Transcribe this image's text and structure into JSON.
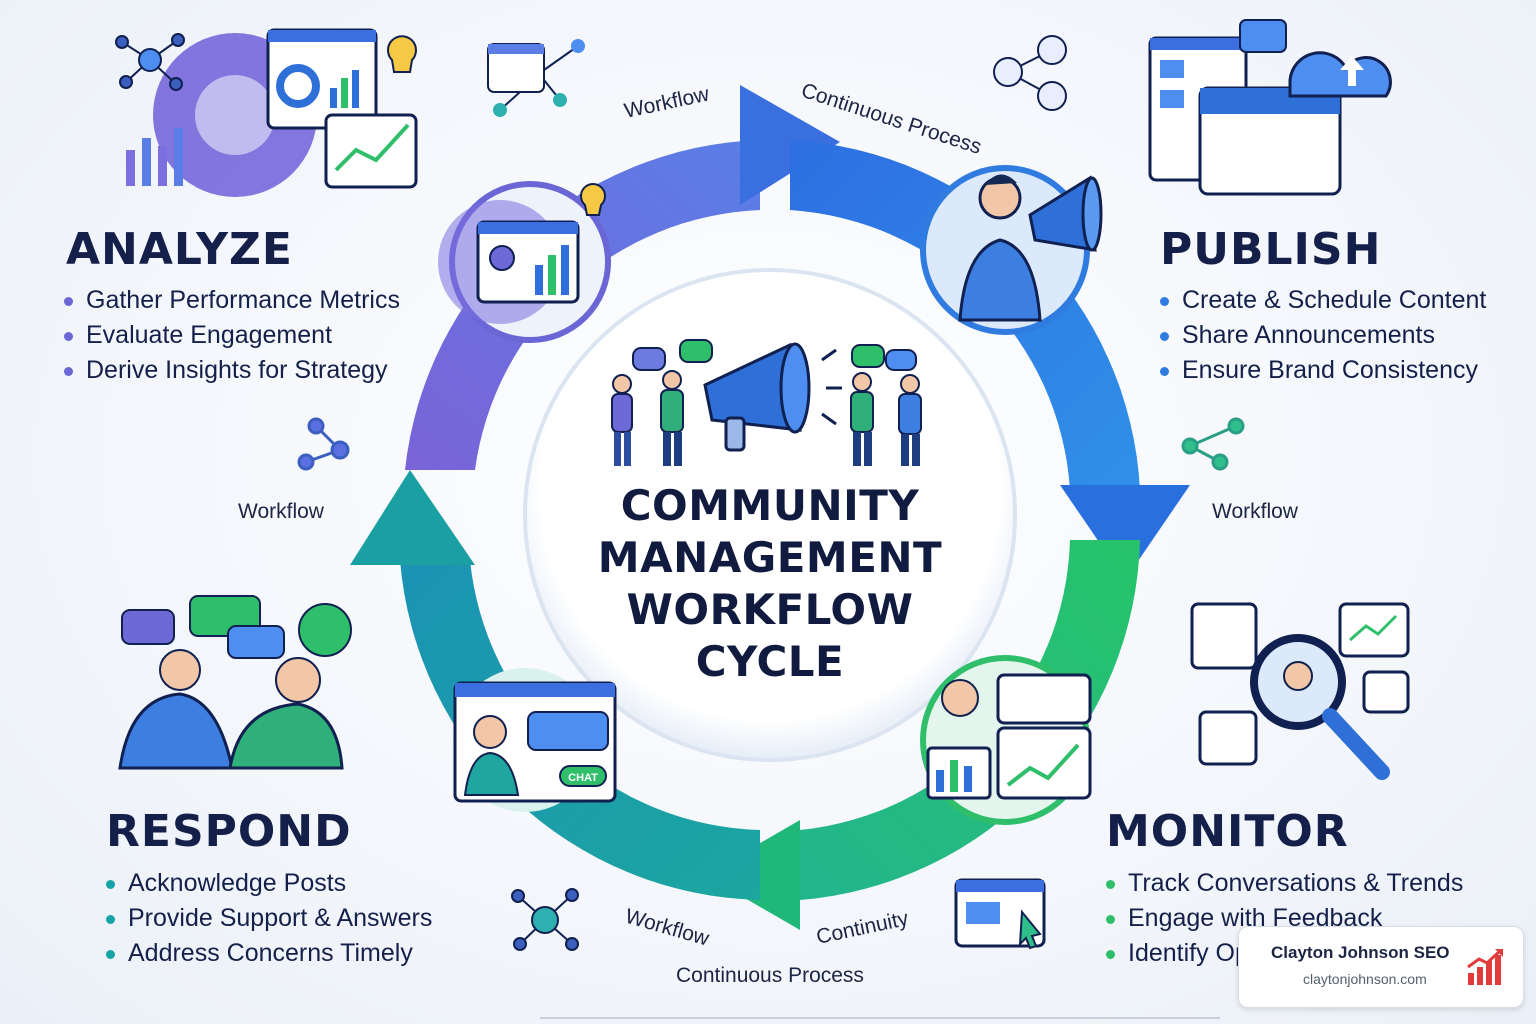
{
  "center": {
    "title_lines": [
      "COMMUNITY",
      "MANAGEMENT",
      "WORKFLOW",
      "CYCLE"
    ]
  },
  "stages": {
    "analyze": {
      "title": "ANALYZE",
      "bullets": [
        "Gather Performance Metrics",
        "Evaluate Engagement",
        "Derive Insights for Strategy"
      ],
      "color": "#6b66d6"
    },
    "publish": {
      "title": "PUBLISH",
      "bullets": [
        "Create & Schedule Content",
        "Share Announcements",
        "Ensure Brand Consistency"
      ],
      "color": "#2f7be0"
    },
    "respond": {
      "title": "RESPOND",
      "bullets": [
        "Acknowledge Posts",
        "Provide Support & Answers",
        "Address Concerns Timely"
      ],
      "color": "#16a3a8"
    },
    "monitor": {
      "title": "MONITOR",
      "bullets": [
        "Track Conversations & Trends",
        "Engage with Feedback",
        "Identify Opportunities"
      ],
      "color": "#2fbf6a"
    }
  },
  "flow_labels": {
    "top_left": "Workflow",
    "top_right": "Continuous Process",
    "right": "Workflow",
    "left": "Workflow",
    "bottom_left": "Workflow",
    "bottom_mid": "Continuity",
    "bottom": "Continuous Process"
  },
  "center_badges": {
    "chat": "CHAT"
  },
  "icons": {
    "analyze": "analytics-gear-icon",
    "publish": "megaphone-person-icon",
    "respond": "support-agent-icon",
    "monitor": "monitoring-dashboard-icon",
    "center": "community-megaphone-icon"
  },
  "watermark": {
    "name": "Clayton Johnson SEO",
    "url": "claytonjohnson.com"
  },
  "colors": {
    "violet": "#6b66d6",
    "blue": "#2f7be0",
    "teal": "#16a3a8",
    "green": "#2fbf6a",
    "navy": "#14204a"
  }
}
